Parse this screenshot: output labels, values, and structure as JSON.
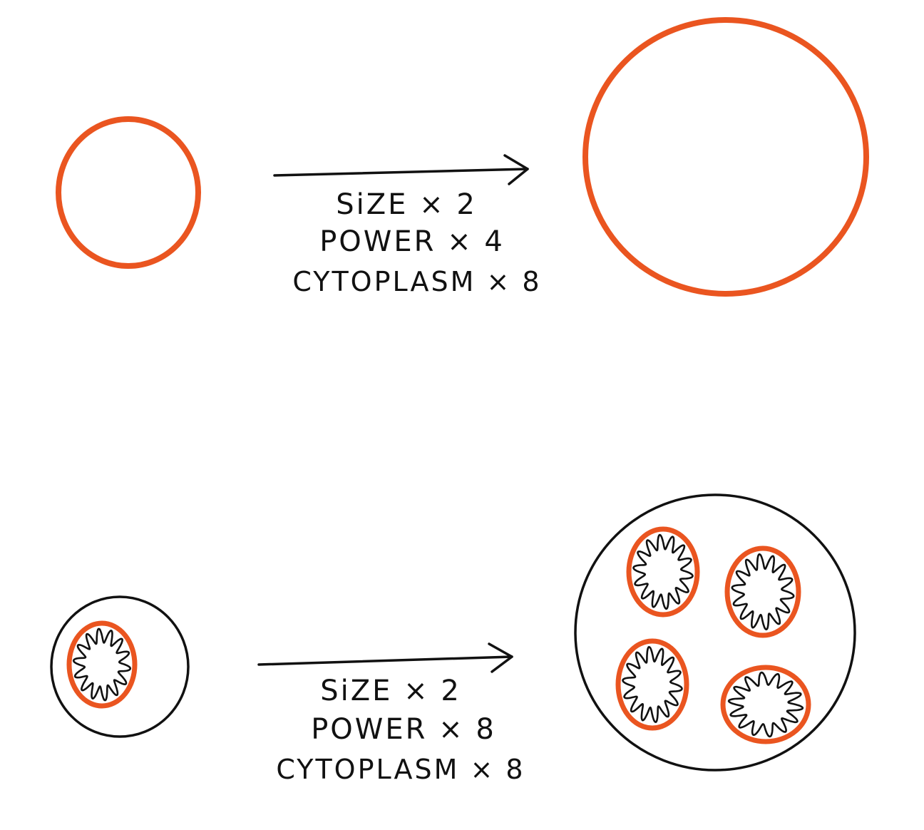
{
  "colors": {
    "membrane": "#ea5520",
    "ink": "#111111",
    "background": "#ffffff"
  },
  "top_row": {
    "small_cell": {
      "type": "membrane-only circle"
    },
    "arrow": {
      "direction": "right"
    },
    "labels": [
      "SiZE × 2",
      "POWER  × 4",
      "CYTOPLASM × 8"
    ],
    "large_cell": {
      "type": "membrane-only circle"
    }
  },
  "bottom_row": {
    "small_cell": {
      "type": "cell with folded-membrane organelle",
      "organelle_count": 1
    },
    "arrow": {
      "direction": "right"
    },
    "labels": [
      "SiZE × 2",
      "POWER × 8",
      "CYTOPLASM × 8"
    ],
    "large_cell": {
      "type": "cell with folded-membrane organelles",
      "organelle_count": 4
    }
  }
}
